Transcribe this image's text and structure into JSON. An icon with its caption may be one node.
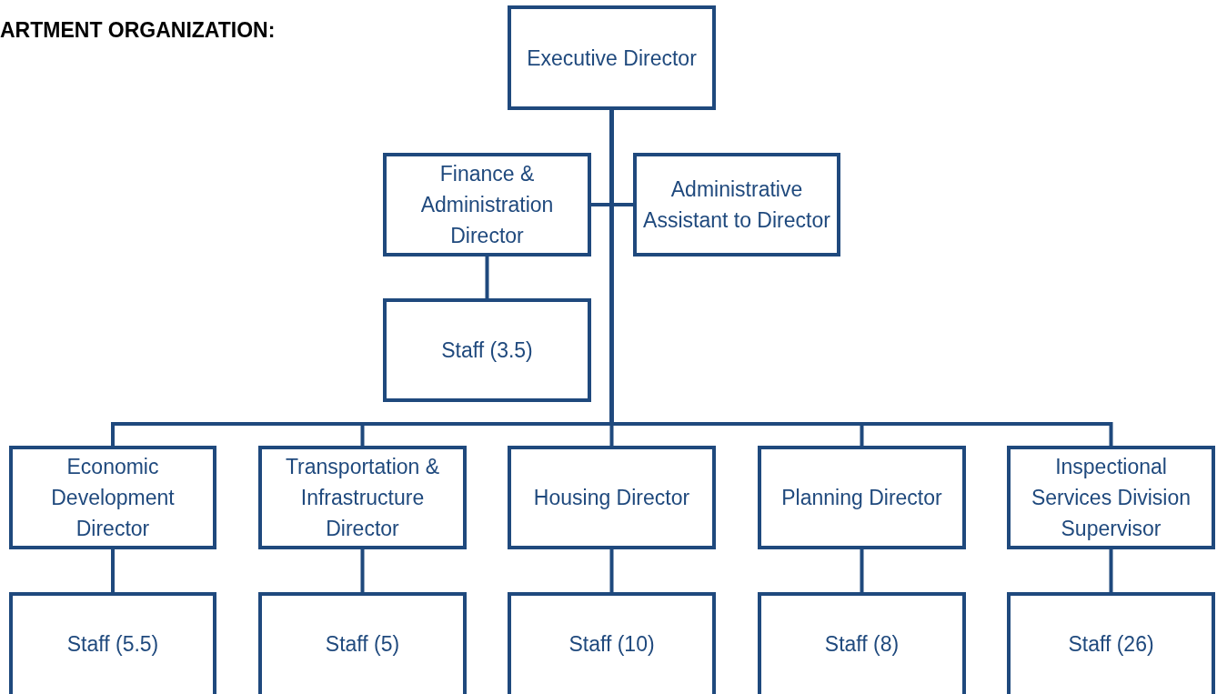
{
  "diagram": {
    "title": "ARTMENT ORGANIZATION:",
    "nodes": [
      {
        "text": [
          "Executive Director"
        ]
      },
      {
        "text": [
          "Finance & Administration Director"
        ]
      },
      {
        "text": [
          "Administrative Assistant to Director"
        ]
      },
      {
        "text": [
          "Staff (3.5)"
        ]
      },
      {
        "text": [
          "Economic Development Director"
        ]
      },
      {
        "text": [
          "Transportation & Infrastructure Director"
        ]
      },
      {
        "text": [
          "Housing Director"
        ]
      },
      {
        "text": [
          "Planning Director"
        ]
      },
      {
        "text": [
          "Inspectional Services Division Supervisor"
        ]
      },
      {
        "text": [
          "Staff (5.5)"
        ]
      },
      {
        "text": [
          "Staff (5)"
        ]
      },
      {
        "text": [
          "Staff (10)"
        ]
      },
      {
        "text": [
          "Staff (8)"
        ]
      },
      {
        "text": [
          "Staff (26)"
        ]
      }
    ],
    "edges": [
      {
        "from": 0,
        "to": 1,
        "arrow": "none"
      },
      {
        "from": 0,
        "to": 2,
        "arrow": "none"
      },
      {
        "from": 1,
        "to": 3,
        "arrow": "none"
      },
      {
        "from": 0,
        "to": 4,
        "arrow": "none"
      },
      {
        "from": 0,
        "to": 5,
        "arrow": "none"
      },
      {
        "from": 0,
        "to": 6,
        "arrow": "none"
      },
      {
        "from": 0,
        "to": 7,
        "arrow": "none"
      },
      {
        "from": 0,
        "to": 8,
        "arrow": "none"
      },
      {
        "from": 4,
        "to": 9,
        "arrow": "none"
      },
      {
        "from": 5,
        "to": 10,
        "arrow": "none"
      },
      {
        "from": 6,
        "to": 11,
        "arrow": "none"
      },
      {
        "from": 7,
        "to": 12,
        "arrow": "none"
      },
      {
        "from": 8,
        "to": 13,
        "arrow": "none"
      }
    ]
  }
}
